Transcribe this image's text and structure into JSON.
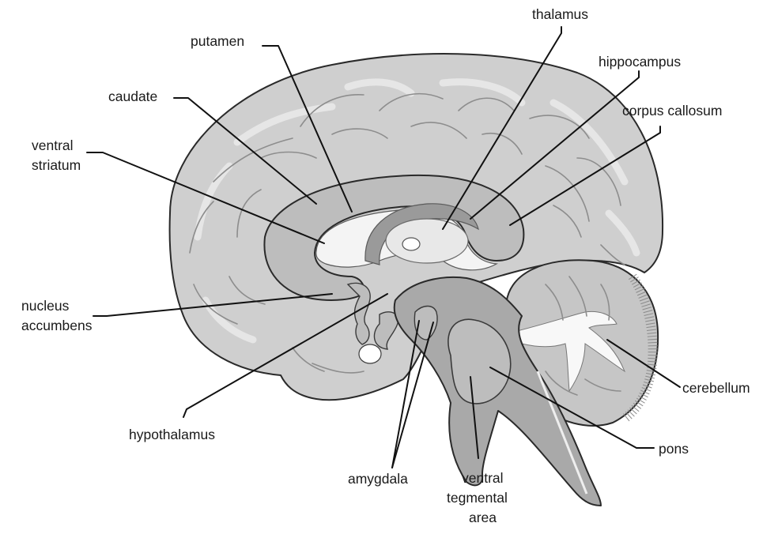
{
  "labels": {
    "putamen": "putamen",
    "caudate": "caudate",
    "ventral_striatum_1": "ventral",
    "ventral_striatum_2": "striatum",
    "nucleus_accumbens_1": "nucleus",
    "nucleus_accumbens_2": "accumbens",
    "hypothalamus": "hypothalamus",
    "amygdala": "amygdala",
    "vta_1": "ventral",
    "vta_2": "tegmental",
    "vta_3": "area",
    "thalamus": "thalamus",
    "hippocampus": "hippocampus",
    "corpus_callosum": "corpus callosum",
    "cerebellum": "cerebellum",
    "pons": "pons"
  },
  "colors": {
    "cortex": "#cfcfcf",
    "limbic_band": "#bdbdbd",
    "striatum_dark": "#9a9a9a",
    "highlight": "#f4f4f4",
    "brainstem": "#a9a9a9",
    "cerebellum": "#c6c6c6",
    "text": "#1a1a1a"
  }
}
